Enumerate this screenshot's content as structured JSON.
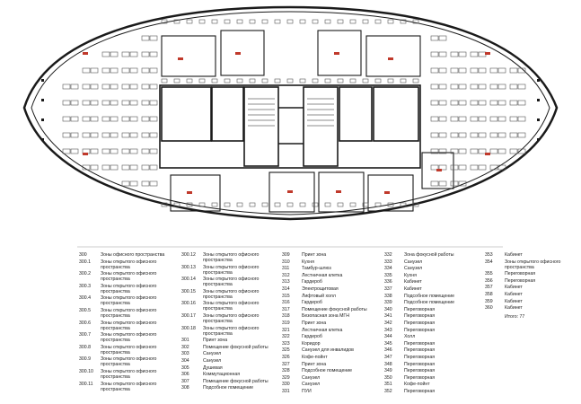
{
  "legend": {
    "rule_color": "#999999",
    "columns": [
      [
        {
          "code": "300",
          "name": "Зоны офисного пространства"
        },
        {
          "code": "300.1",
          "name": "Зоны открытого офисного пространства"
        },
        {
          "code": "300.2",
          "name": "Зоны открытого офисного пространства"
        },
        {
          "code": "300.3",
          "name": "Зоны открытого офисного пространства"
        },
        {
          "code": "300.4",
          "name": "Зоны открытого офисного пространства"
        },
        {
          "code": "300.5",
          "name": "Зоны открытого офисного пространства"
        },
        {
          "code": "300.6",
          "name": "Зоны открытого офисного пространства"
        },
        {
          "code": "300.7",
          "name": "Зоны открытого офисного пространства"
        },
        {
          "code": "300.8",
          "name": "Зоны открытого офисного пространства"
        },
        {
          "code": "300.9",
          "name": "Зоны открытого офисного пространства"
        },
        {
          "code": "300.10",
          "name": "Зоны открытого офисного пространства"
        },
        {
          "code": "300.11",
          "name": "Зоны открытого офисного пространства"
        }
      ],
      [
        {
          "code": "300.12",
          "name": "Зоны открытого офисного пространства"
        },
        {
          "code": "300.13",
          "name": "Зоны открытого офисного пространства"
        },
        {
          "code": "300.14",
          "name": "Зоны открытого офисного пространства"
        },
        {
          "code": "300.15",
          "name": "Зоны открытого офисного пространства"
        },
        {
          "code": "300.16",
          "name": "Зоны открытого офисного пространства"
        },
        {
          "code": "300.17",
          "name": "Зоны открытого офисного пространства"
        },
        {
          "code": "300.18",
          "name": "Зоны открытого офисного пространства"
        },
        {
          "code": "301",
          "name": "Принт зона"
        },
        {
          "code": "302",
          "name": "Помещение фокусной работы"
        },
        {
          "code": "303",
          "name": "Санузел"
        },
        {
          "code": "304",
          "name": "Санузел"
        },
        {
          "code": "305",
          "name": "Душевая"
        },
        {
          "code": "306",
          "name": "Коммутационная"
        },
        {
          "code": "307",
          "name": "Помещение фокусной работы"
        },
        {
          "code": "308",
          "name": "Подсобное помещение"
        }
      ],
      [
        {
          "code": "309",
          "name": "Принт зона"
        },
        {
          "code": "310",
          "name": "Кухня"
        },
        {
          "code": "311",
          "name": "Тамбур-шлюз"
        },
        {
          "code": "312",
          "name": "Лестничная клетка"
        },
        {
          "code": "313",
          "name": "Гардероб"
        },
        {
          "code": "314",
          "name": "Электрощитовая"
        },
        {
          "code": "315",
          "name": "Лифтовый холл"
        },
        {
          "code": "316",
          "name": "Гардероб"
        },
        {
          "code": "317",
          "name": "Помещение фокусной работы"
        },
        {
          "code": "318",
          "name": "Безопасная зона МГН"
        },
        {
          "code": "319",
          "name": "Принт зона"
        },
        {
          "code": "321",
          "name": "Лестничная клетка"
        },
        {
          "code": "322",
          "name": "Гардероб"
        },
        {
          "code": "323",
          "name": "Коридор"
        },
        {
          "code": "325",
          "name": "Санузел для инвалидов"
        },
        {
          "code": "326",
          "name": "Кофе-пойнт"
        },
        {
          "code": "327",
          "name": "Принт зона"
        },
        {
          "code": "328",
          "name": "Подсобное помещение"
        },
        {
          "code": "329",
          "name": "Санузел"
        },
        {
          "code": "330",
          "name": "Санузел"
        },
        {
          "code": "331",
          "name": "ПУИ"
        }
      ],
      [
        {
          "code": "332",
          "name": "Зона фокусной работы"
        },
        {
          "code": "333",
          "name": "Санузел"
        },
        {
          "code": "334",
          "name": "Санузел"
        },
        {
          "code": "335",
          "name": "Кухня"
        },
        {
          "code": "336",
          "name": "Кабинет"
        },
        {
          "code": "337",
          "name": "Кабинет"
        },
        {
          "code": "338",
          "name": "Подсобное помещение"
        },
        {
          "code": "339",
          "name": "Подсобное помещение"
        },
        {
          "code": "340",
          "name": "Переговорная"
        },
        {
          "code": "341",
          "name": "Переговорная"
        },
        {
          "code": "342",
          "name": "Переговорная"
        },
        {
          "code": "343",
          "name": "Переговорная"
        },
        {
          "code": "344",
          "name": "Холл"
        },
        {
          "code": "345",
          "name": "Переговорная"
        },
        {
          "code": "346",
          "name": "Переговорная"
        },
        {
          "code": "347",
          "name": "Переговорная"
        },
        {
          "code": "348",
          "name": "Переговорная"
        },
        {
          "code": "349",
          "name": "Переговорная"
        },
        {
          "code": "350",
          "name": "Переговорная"
        },
        {
          "code": "351",
          "name": "Кофе-пойнт"
        },
        {
          "code": "352",
          "name": "Переговорная"
        }
      ],
      [
        {
          "code": "353",
          "name": "Кабинет"
        },
        {
          "code": "354",
          "name": "Зоны открытого офисного пространства"
        },
        {
          "code": "355",
          "name": "Переговорная"
        },
        {
          "code": "356",
          "name": "Переговорная"
        },
        {
          "code": "357",
          "name": "Кабинет"
        },
        {
          "code": "358",
          "name": "Кабинет"
        },
        {
          "code": "359",
          "name": "Кабинет"
        },
        {
          "code": "360",
          "name": "Кабинет"
        }
      ]
    ],
    "total": "Итого: 77"
  },
  "plan": {
    "wall_color": "#1a1a1a",
    "furniture_color": "#555555",
    "room_tag_color": "#c0392b"
  }
}
